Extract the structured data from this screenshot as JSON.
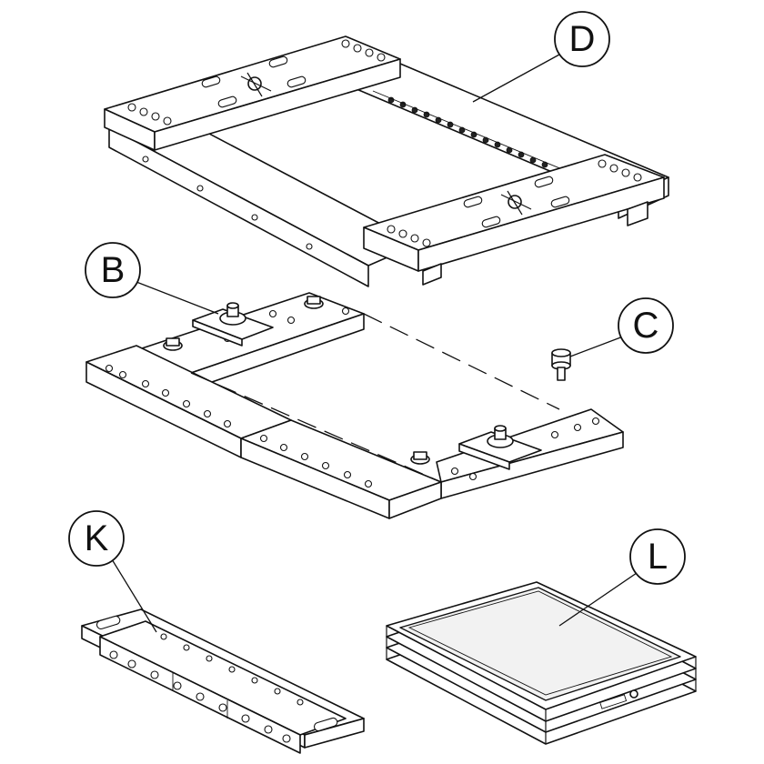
{
  "diagram": {
    "callouts": [
      {
        "id": "D",
        "label": "D"
      },
      {
        "id": "B",
        "label": "B"
      },
      {
        "id": "C",
        "label": "C"
      },
      {
        "id": "K",
        "label": "K"
      },
      {
        "id": "L",
        "label": "L"
      }
    ],
    "colors": {
      "line": "#111111",
      "fill": "#ffffff",
      "tray_fill": "#f2f2f2"
    }
  }
}
